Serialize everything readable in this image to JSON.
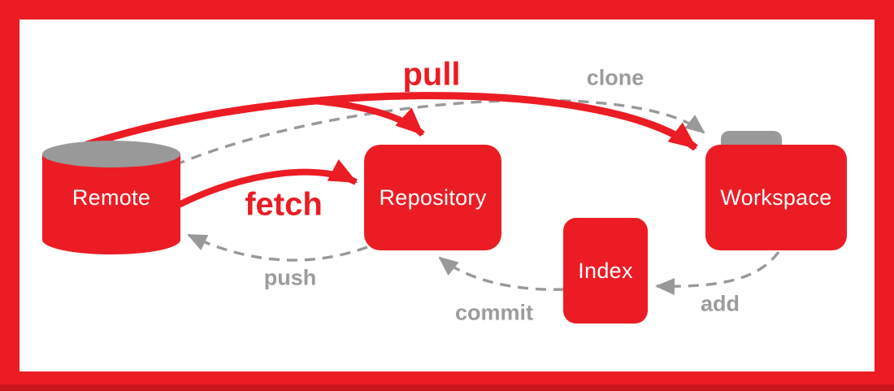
{
  "diagram": {
    "type": "flow-diagram",
    "subject": "git-data-transport-commands",
    "colors": {
      "red": "#EC1C24",
      "gray": "#999999",
      "label_gray": "#9C9C9C",
      "background": "#FFFFFF",
      "border": "#EC1C24",
      "border_bottom_shade": "#C9161E",
      "node_text": "#FFFFFF"
    },
    "nodes": [
      {
        "id": "remote",
        "label": "Remote",
        "shape": "cylinder",
        "fill": "#EC1C24",
        "accent": "#999999"
      },
      {
        "id": "repository",
        "label": "Repository",
        "shape": "rounded-rect",
        "fill": "#EC1C24"
      },
      {
        "id": "index",
        "label": "Index",
        "shape": "rounded-rect",
        "fill": "#EC1C24"
      },
      {
        "id": "workspace",
        "label": "Workspace",
        "shape": "folder",
        "fill": "#EC1C24",
        "accent": "#999999"
      }
    ],
    "edges": [
      {
        "id": "pull",
        "label": "pull",
        "from": "remote",
        "to": "workspace",
        "branch_to": "repository",
        "style": "solid",
        "weight": "thick",
        "color": "#EC1C24"
      },
      {
        "id": "clone",
        "label": "clone",
        "from": "remote",
        "to": "workspace",
        "style": "dashed",
        "color": "#999999"
      },
      {
        "id": "fetch",
        "label": "fetch",
        "from": "remote",
        "to": "repository",
        "style": "solid",
        "weight": "thick",
        "color": "#EC1C24"
      },
      {
        "id": "push",
        "label": "push",
        "from": "repository",
        "to": "remote",
        "style": "dashed",
        "color": "#999999"
      },
      {
        "id": "commit",
        "label": "commit",
        "from": "index",
        "to": "repository",
        "style": "dashed",
        "color": "#999999"
      },
      {
        "id": "add",
        "label": "add",
        "from": "workspace",
        "to": "index",
        "style": "dashed",
        "color": "#999999"
      }
    ]
  }
}
